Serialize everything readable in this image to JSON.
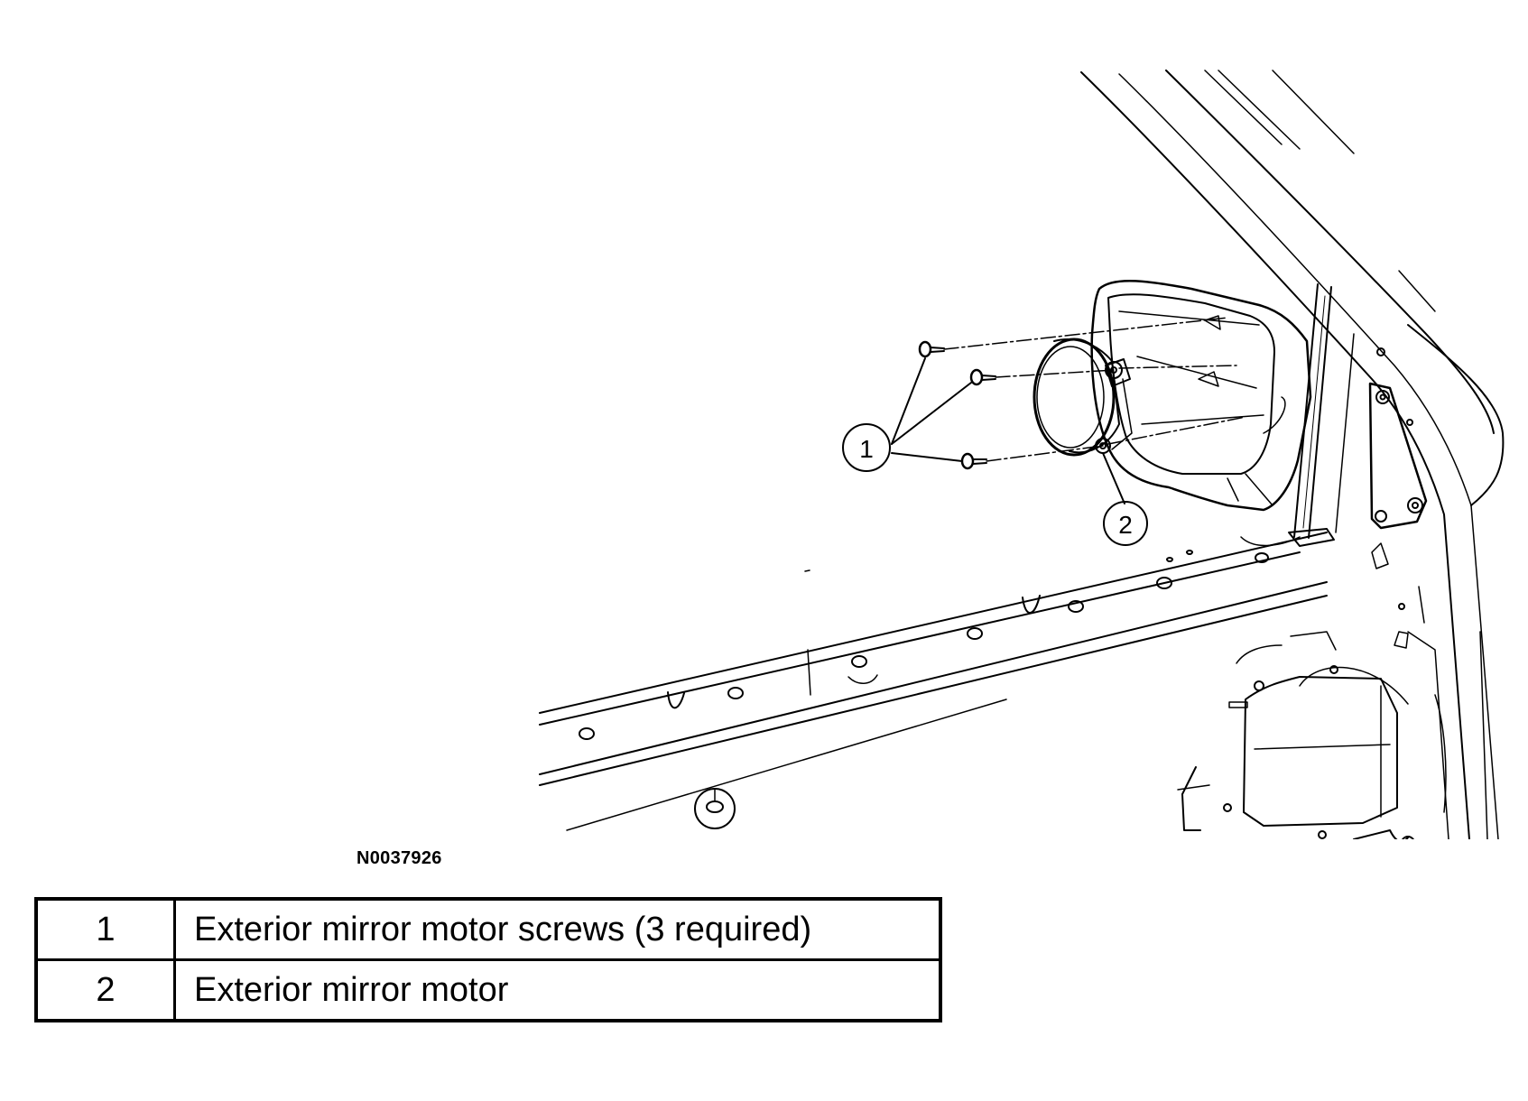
{
  "figure": {
    "id": "N0037926"
  },
  "callouts": [
    {
      "number": "1",
      "target": "screws"
    },
    {
      "number": "2",
      "target": "motor"
    }
  ],
  "legend": [
    {
      "number": "1",
      "description": "Exterior mirror motor screws (3 required)"
    },
    {
      "number": "2",
      "description": "Exterior mirror motor"
    }
  ],
  "colors": {
    "ink": "#000000",
    "background": "#ffffff"
  }
}
